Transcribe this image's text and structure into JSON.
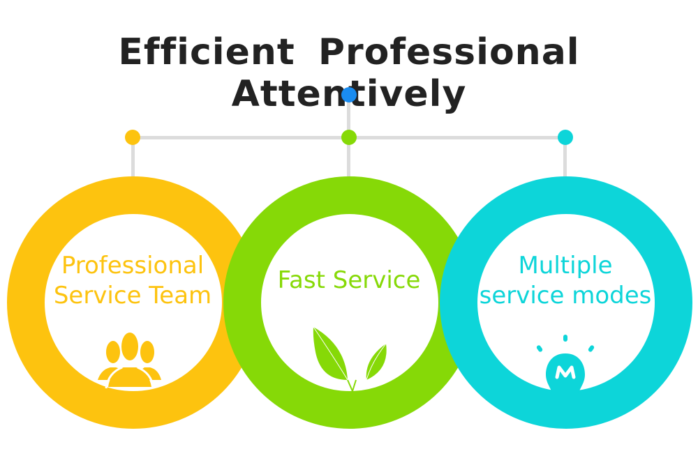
{
  "title": "Efficient Professional Attentively",
  "colors": {
    "top_dot": "#1a8cf0",
    "yellow": "#fdc30f",
    "green": "#86d907",
    "cyan": "#0dd5d9",
    "connector": "#dcdcdc"
  },
  "items": [
    {
      "line1": "Professional",
      "line2": "Service Team",
      "icon": "team-icon"
    },
    {
      "line1": "Fast Service",
      "icon": "leaves-icon"
    },
    {
      "line1": "Multiple",
      "line2": "service modes",
      "icon": "lightbulb-icon"
    }
  ]
}
